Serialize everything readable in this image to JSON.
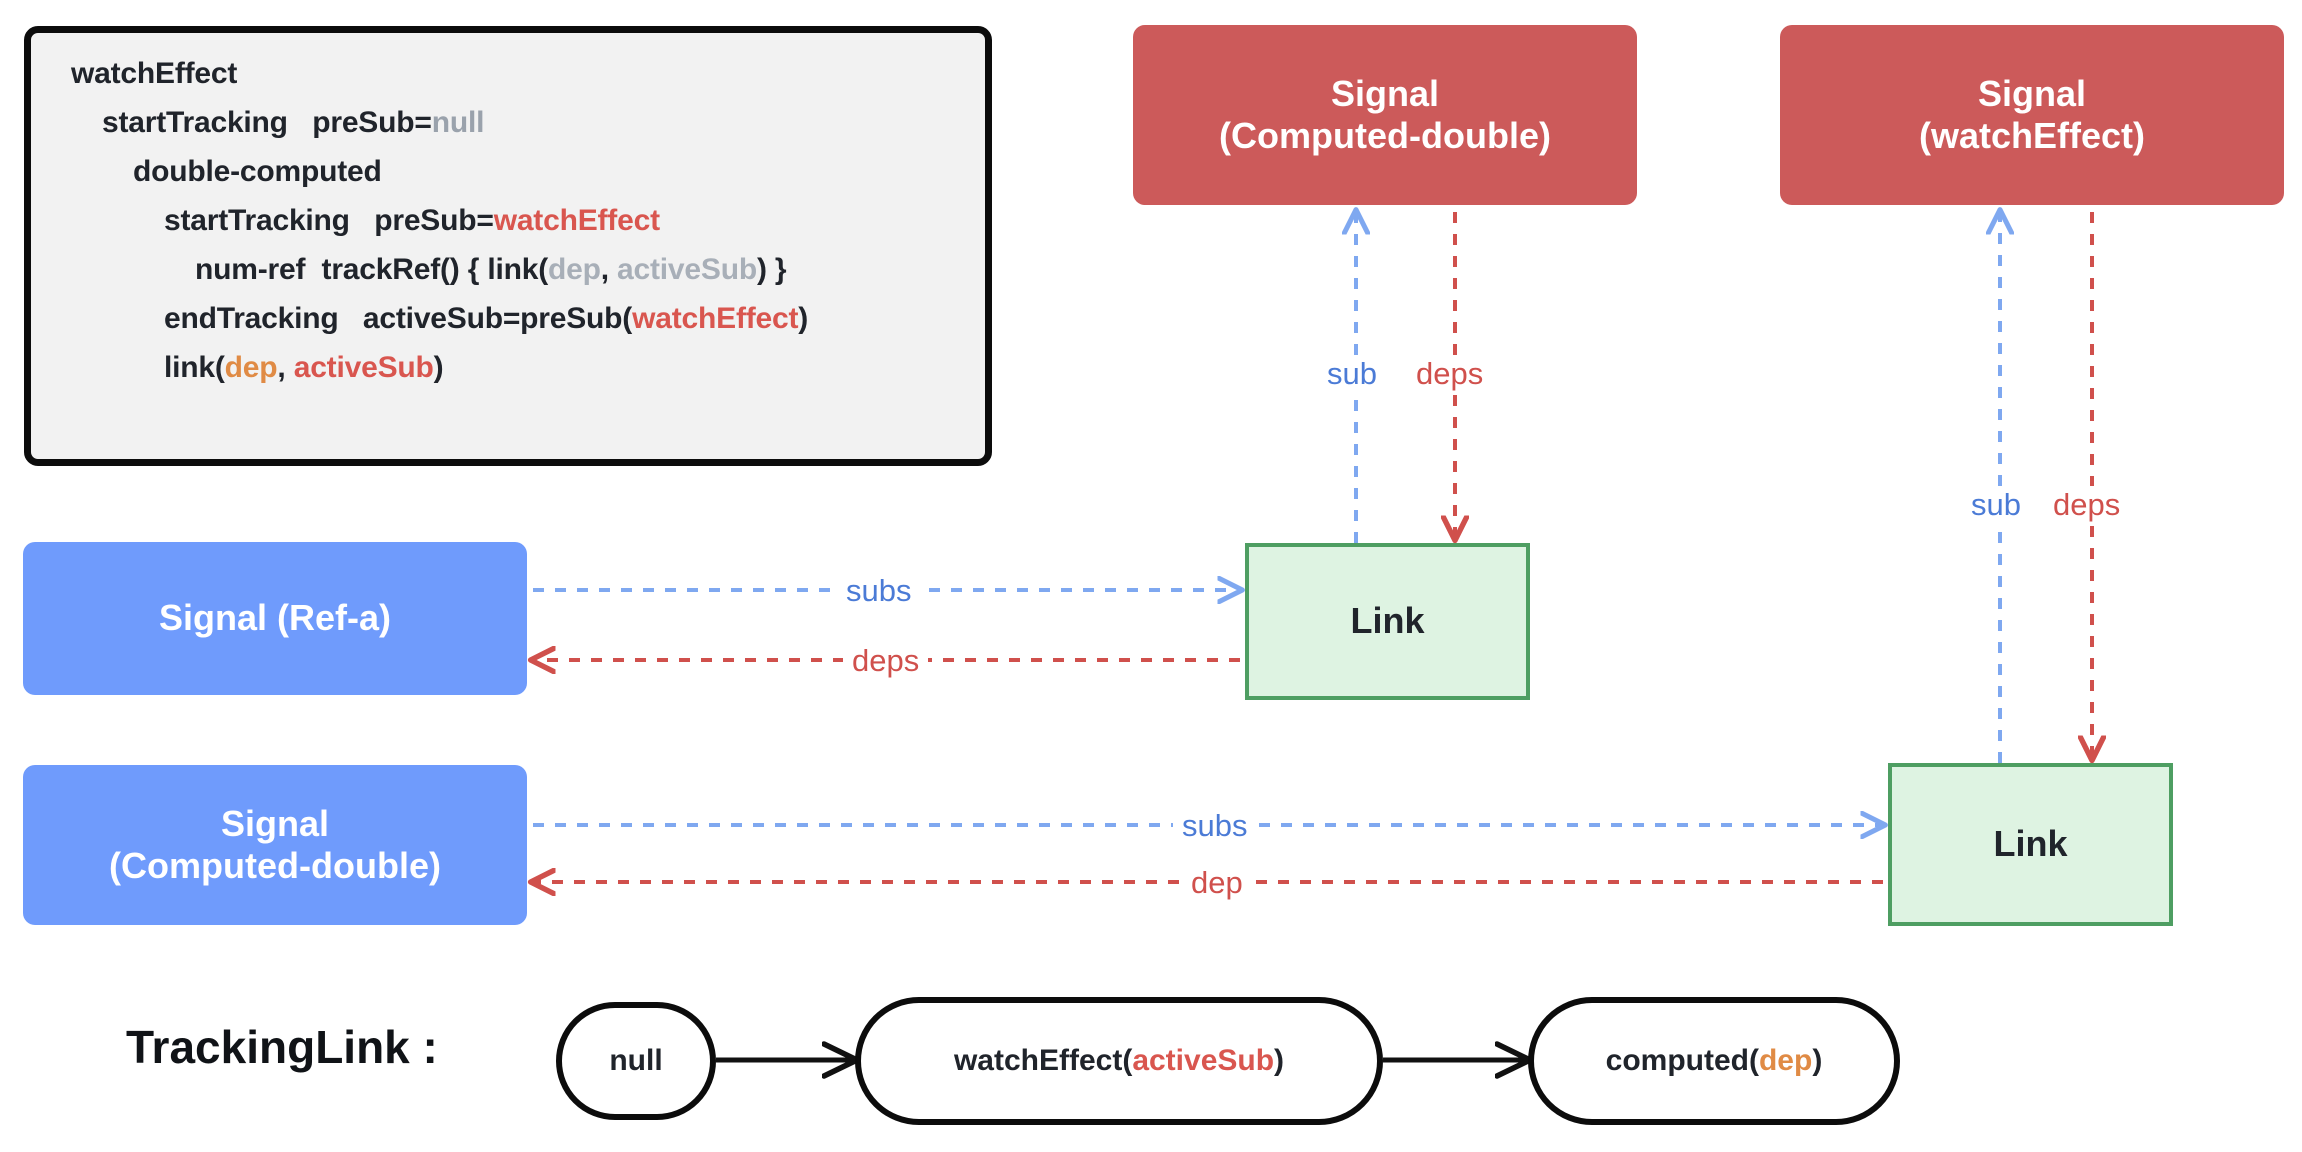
{
  "diagram": {
    "title": "watchEffect tracking / link diagram",
    "colors": {
      "signal_active": "#CC5A5A",
      "signal_passive": "#6F9BFC",
      "link_fill": "#DEF3E2",
      "link_border": "#4E9E62",
      "sub_arrow": "#7FA8F0",
      "deps_arrow": "#D0504C",
      "code_bg": "#F2F2F2",
      "code_border": "#0C0C0C",
      "token_null": "#9AA2AC",
      "token_gray": "#A8AFB8",
      "token_red": "#D9564F",
      "token_orange": "#E08B45"
    }
  },
  "code_block": {
    "lines": [
      {
        "indent": 0,
        "parts": [
          {
            "t": "watchEffect",
            "c": "plain"
          }
        ]
      },
      {
        "indent": 1,
        "parts": [
          {
            "t": "startTracking   preSub=",
            "c": "plain"
          },
          {
            "t": "null",
            "c": "null"
          }
        ]
      },
      {
        "indent": 2,
        "parts": [
          {
            "t": "double-computed",
            "c": "plain"
          }
        ]
      },
      {
        "indent": 3,
        "parts": [
          {
            "t": "startTracking   preSub=",
            "c": "plain"
          },
          {
            "t": "watchEffect",
            "c": "red"
          }
        ]
      },
      {
        "indent": 4,
        "parts": [
          {
            "t": "num-ref  trackRef() { link(",
            "c": "plain"
          },
          {
            "t": "dep",
            "c": "gray"
          },
          {
            "t": ", ",
            "c": "plain"
          },
          {
            "t": "activeSub",
            "c": "gray"
          },
          {
            "t": ") }",
            "c": "plain"
          }
        ]
      },
      {
        "indent": 3,
        "parts": [
          {
            "t": "endTracking   activeSub=preSub(",
            "c": "plain"
          },
          {
            "t": "watchEffect",
            "c": "red"
          },
          {
            "t": ")",
            "c": "plain"
          }
        ]
      },
      {
        "indent": 3,
        "parts": [
          {
            "t": "link(",
            "c": "plain"
          },
          {
            "t": "dep",
            "c": "orange"
          },
          {
            "t": ", ",
            "c": "plain"
          },
          {
            "t": "activeSub",
            "c": "red"
          },
          {
            "t": ")",
            "c": "plain"
          }
        ]
      }
    ]
  },
  "nodes": {
    "signal_computed_double_top": {
      "label": "Signal\n(Computed-double)",
      "kind": "signal-active"
    },
    "signal_watch_effect_top": {
      "label": "Signal\n(watchEffect)",
      "kind": "signal-active"
    },
    "signal_ref_a": {
      "label": "Signal (Ref-a)",
      "kind": "signal-passive"
    },
    "signal_computed_double": {
      "label": "Signal\n(Computed-double)",
      "kind": "signal-passive"
    },
    "link_upper": {
      "label": "Link",
      "kind": "link"
    },
    "link_lower": {
      "label": "Link",
      "kind": "link"
    }
  },
  "edges": {
    "computed_double_sub": {
      "label": "sub",
      "color": "blue",
      "direction": "up"
    },
    "computed_double_deps": {
      "label": "deps",
      "color": "red",
      "direction": "down"
    },
    "watch_effect_sub": {
      "label": "sub",
      "color": "blue",
      "direction": "up"
    },
    "watch_effect_deps": {
      "label": "deps",
      "color": "red",
      "direction": "down"
    },
    "ref_a_subs": {
      "label": "subs",
      "color": "blue",
      "direction": "right"
    },
    "ref_a_deps": {
      "label": "deps",
      "color": "red",
      "direction": "left"
    },
    "computed_subs": {
      "label": "subs",
      "color": "blue",
      "direction": "right"
    },
    "computed_dep": {
      "label": "dep",
      "color": "red",
      "direction": "left"
    }
  },
  "tracking_link": {
    "title": "TrackingLink :",
    "steps": [
      {
        "parts": [
          {
            "t": "null",
            "c": "plain"
          }
        ]
      },
      {
        "parts": [
          {
            "t": "watchEffect(",
            "c": "plain"
          },
          {
            "t": "activeSub",
            "c": "red"
          },
          {
            "t": ")",
            "c": "plain"
          }
        ]
      },
      {
        "parts": [
          {
            "t": "computed(",
            "c": "plain"
          },
          {
            "t": "dep",
            "c": "orange"
          },
          {
            "t": ")",
            "c": "plain"
          }
        ]
      }
    ]
  }
}
